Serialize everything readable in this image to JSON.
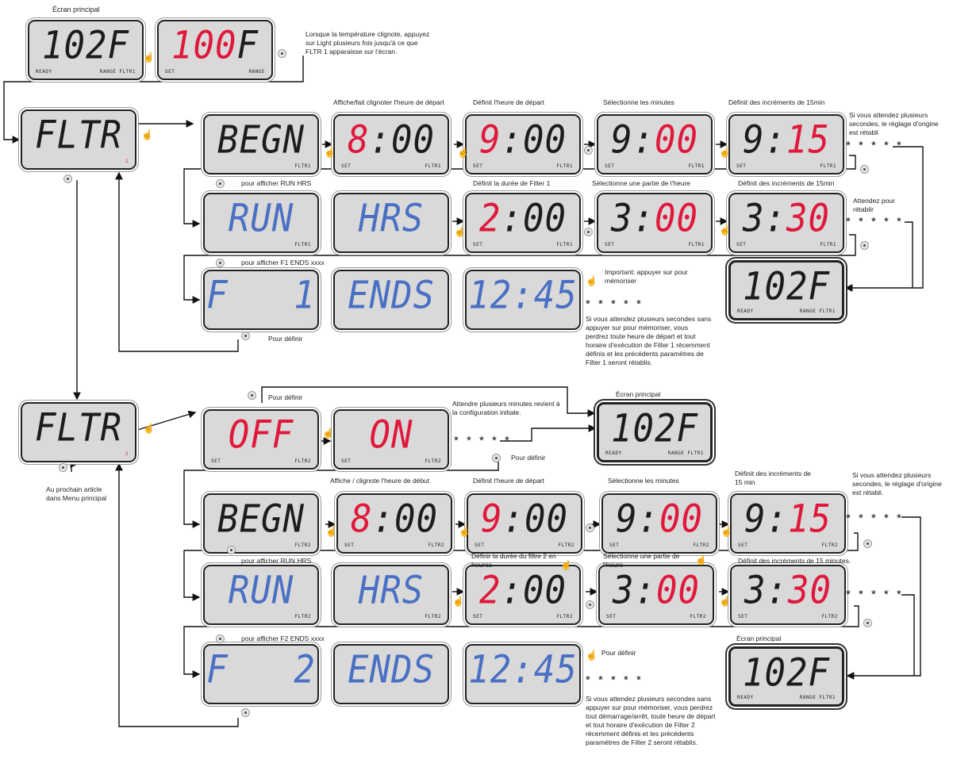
{
  "displays": {
    "top_main": {
      "segments": [
        {
          "t": "102F",
          "c": "b"
        }
      ],
      "labels": [
        "READY",
        "RANGE FLTR1"
      ]
    },
    "top_set": {
      "segments": [
        {
          "t": "100",
          "c": "r"
        },
        {
          "t": "F",
          "c": "b"
        }
      ],
      "labels": [
        "SET",
        "RANGE"
      ]
    },
    "fltr1": {
      "segments": [
        {
          "t": "FLTR",
          "c": "b"
        }
      ],
      "labels": [
        "",
        "1"
      ]
    },
    "r1_begn": {
      "segments": [
        {
          "t": "BEGN",
          "c": "b"
        }
      ],
      "labels": [
        "",
        "FLTR1"
      ]
    },
    "r1_800": {
      "segments": [
        {
          "t": "8",
          "c": "r"
        },
        {
          "t": ":00",
          "c": "b"
        }
      ],
      "labels": [
        "SET",
        "FLTR1"
      ]
    },
    "r1_900a": {
      "segments": [
        {
          "t": "9",
          "c": "r"
        },
        {
          "t": ":00",
          "c": "b"
        }
      ],
      "labels": [
        "SET",
        "FLTR1"
      ]
    },
    "r1_900b": {
      "segments": [
        {
          "t": "9:",
          "c": "b"
        },
        {
          "t": "00",
          "c": "r"
        }
      ],
      "labels": [
        "SET",
        "FLTR1"
      ]
    },
    "r1_915": {
      "segments": [
        {
          "t": "9:",
          "c": "b"
        },
        {
          "t": "15",
          "c": "r"
        }
      ],
      "labels": [
        "SET",
        "FLTR1"
      ]
    },
    "r2_run": {
      "segments": [
        {
          "t": "RUN",
          "c": "u"
        }
      ],
      "labels": [
        "",
        "FLTR1"
      ]
    },
    "r2_hrs": {
      "segments": [
        {
          "t": "HRS",
          "c": "u"
        }
      ],
      "labels": [
        "",
        ""
      ]
    },
    "r2_200": {
      "segments": [
        {
          "t": "2",
          "c": "r"
        },
        {
          "t": ":00",
          "c": "b"
        }
      ],
      "labels": [
        "SET",
        "FLTR1"
      ]
    },
    "r2_300": {
      "segments": [
        {
          "t": "3:",
          "c": "b"
        },
        {
          "t": "00",
          "c": "r"
        }
      ],
      "labels": [
        "SET",
        "FLTR1"
      ]
    },
    "r2_330": {
      "segments": [
        {
          "t": "3:",
          "c": "b"
        },
        {
          "t": "30",
          "c": "r"
        }
      ],
      "labels": [
        "SET",
        "FLTR1"
      ]
    },
    "r3_f1": {
      "segments": [
        {
          "t": "F   1",
          "c": "u"
        }
      ],
      "labels": [
        "",
        ""
      ]
    },
    "r3_ends": {
      "segments": [
        {
          "t": "ENDS",
          "c": "u"
        }
      ],
      "labels": [
        "",
        ""
      ]
    },
    "r3_1245": {
      "segments": [
        {
          "t": "12:45",
          "c": "u"
        }
      ],
      "labels": [
        "",
        ""
      ]
    },
    "r3_main": {
      "segments": [
        {
          "t": "102F",
          "c": "b"
        }
      ],
      "labels": [
        "READY",
        "RANGE FLTR1"
      ]
    },
    "fltr2": {
      "segments": [
        {
          "t": "FLTR",
          "c": "b"
        }
      ],
      "labels": [
        "",
        "2"
      ]
    },
    "off": {
      "segments": [
        {
          "t": "OFF",
          "c": "r"
        }
      ],
      "labels": [
        "SET",
        "FLTR2"
      ]
    },
    "on": {
      "segments": [
        {
          "t": "ON",
          "c": "r"
        }
      ],
      "labels": [
        "SET",
        "FLTR2"
      ]
    },
    "main_mid": {
      "segments": [
        {
          "t": "102F",
          "c": "b"
        }
      ],
      "labels": [
        "READY",
        "RANGE FLTR1"
      ]
    },
    "r4_begn": {
      "segments": [
        {
          "t": "BEGN",
          "c": "b"
        }
      ],
      "labels": [
        "",
        "FLTR2"
      ]
    },
    "r4_800": {
      "segments": [
        {
          "t": "8",
          "c": "r"
        },
        {
          "t": ":00",
          "c": "b"
        }
      ],
      "labels": [
        "SET",
        "FLTR2"
      ]
    },
    "r4_900a": {
      "segments": [
        {
          "t": "9",
          "c": "r"
        },
        {
          "t": ":00",
          "c": "b"
        }
      ],
      "labels": [
        "SET",
        "FLTR2"
      ]
    },
    "r4_900b": {
      "segments": [
        {
          "t": "9:",
          "c": "b"
        },
        {
          "t": "00",
          "c": "r"
        }
      ],
      "labels": [
        "SET",
        "FLTR2"
      ]
    },
    "r4_915": {
      "segments": [
        {
          "t": "9:",
          "c": "b"
        },
        {
          "t": "15",
          "c": "r"
        }
      ],
      "labels": [
        "SET",
        "FLTR2"
      ]
    },
    "r5_run": {
      "segments": [
        {
          "t": "RUN",
          "c": "u"
        }
      ],
      "labels": [
        "",
        "FLTR2"
      ]
    },
    "r5_hrs": {
      "segments": [
        {
          "t": "HRS",
          "c": "u"
        }
      ],
      "labels": [
        "",
        "FLTR2"
      ]
    },
    "r5_200": {
      "segments": [
        {
          "t": "2",
          "c": "r"
        },
        {
          "t": ":00",
          "c": "b"
        }
      ],
      "labels": [
        "SET",
        "FLTR2"
      ]
    },
    "r5_300": {
      "segments": [
        {
          "t": "3:",
          "c": "b"
        },
        {
          "t": "00",
          "c": "r"
        }
      ],
      "labels": [
        "SET",
        "FLTR2"
      ]
    },
    "r5_330": {
      "segments": [
        {
          "t": "3:",
          "c": "b"
        },
        {
          "t": "30",
          "c": "r"
        }
      ],
      "labels": [
        "SET",
        "FLTR2"
      ]
    },
    "r6_f2": {
      "segments": [
        {
          "t": "F   2",
          "c": "u"
        }
      ],
      "labels": [
        "",
        ""
      ]
    },
    "r6_ends": {
      "segments": [
        {
          "t": "ENDS",
          "c": "u"
        }
      ],
      "labels": [
        "",
        ""
      ]
    },
    "r6_1245": {
      "segments": [
        {
          "t": "12:45",
          "c": "u"
        }
      ],
      "labels": [
        "",
        ""
      ]
    },
    "r6_main": {
      "segments": [
        {
          "t": "102F",
          "c": "b"
        }
      ],
      "labels": [
        "READY",
        "RANGE FLTR1"
      ]
    }
  },
  "notes": {
    "ecran_principal_top": "Écran principal",
    "light_instruction": "Lorsque la température clignote, appuyez sur Light plusieurs fois jusqu'à ce que FLTR 1 apparaisse sur l'écran.",
    "r1_h1": "Affiche/fait clignoter l'heure de départ",
    "r1_h2": "Définit l'heure de départ",
    "r1_h3": "Sélectionne les minutes",
    "r1_h4": "Définit des incréments de 15min",
    "r1_wait": "Si vous attendez plusieurs secondes, le réglage d'origine est rétabli",
    "r2_pre": "pour afficher RUN HRS",
    "r2_h1": "Définit la durée de Filter 1",
    "r2_h2": "Sélectionne une partie de l'heure",
    "r2_h3": "Définit des incréments de 15min",
    "r2_wait": "Attendez pour rétablir",
    "r3_pre": "pour afficher F1 ENDS xxxx",
    "r3_important": "Important: appuyer sur pour mémoriser",
    "r3_define": "Pour définir",
    "r3_warning": "Si vous attendez plusieurs secondes sans appuyer sur pour mémoriser, vous perdrez toute heure de départ et tout horaire d'exécution de Filter 1 récemment définis et les précédents paramètres de Filter 1 seront rétablis.",
    "mid_define1": "Pour définir",
    "mid_wait": "Attendre plusieurs minutes revient à la configuration initiale.",
    "mid_define2": "Pour définir",
    "mid_ecran": "Écran principal",
    "next_article": "Au prochain article dans Menu principal",
    "r4_h1": "Affiche / clignote l'heure de début",
    "r4_h2": "Définit l'heure de départ",
    "r4_h3": "Sélectionne les minutes",
    "r4_h4": "Définit des incréments de 15 min",
    "r4_wait": "Si vous attendez plusieurs secondes, le réglage d'origine est rétabli.",
    "r5_pre": "pour afficher RUN HRS",
    "r5_h1": "Définir la durée du filtre 2 en heures",
    "r5_h2": "Sélectionne une partie de l'heure",
    "r5_h3": "Définit des incréments de 15 minutes.",
    "r6_pre": "pour afficher F2 ENDS xxxx",
    "r6_define": "Pour définir",
    "r6_ecran": "Écran principal",
    "r6_warning": "Si vous attendez plusieurs secondes sans appuyer sur pour mémoriser, vous perdrez tout démarrage/arrêt, toute heure de départ et tout horaire d'exécution de Filter 2 récemment définis et les précédents paramètres de Filter 2 seront rétablis."
  },
  "stars": "* * * * *",
  "colors": {
    "digit_black": "#1c1c1c",
    "digit_red": "#e0193c",
    "digit_blue": "#4a70c4",
    "lcd_bg": "#d9d9d9"
  }
}
